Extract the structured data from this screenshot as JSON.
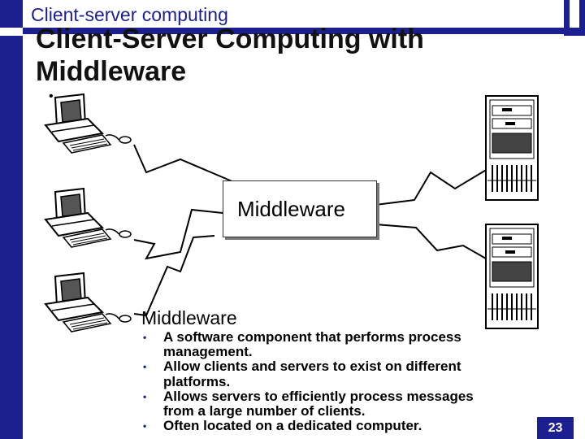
{
  "header": {
    "section_title": "Client-server computing"
  },
  "slide": {
    "title": "Client-Server Computing with Middleware",
    "title_bullet": "•",
    "page_number": "23"
  },
  "diagram": {
    "clients": [
      "pc",
      "pc",
      "pc"
    ],
    "servers": [
      "tower",
      "tower"
    ],
    "middleware_label": "Middleware"
  },
  "content": {
    "heading": "Middleware",
    "bullets": [
      {
        "mark": "•",
        "text": "A software component that performs process management."
      },
      {
        "mark": "•",
        "text": "Allow clients and servers to exist on different platforms."
      },
      {
        "mark": "•",
        "text": "Allows servers to efficiently process messages from a large number of clients."
      },
      {
        "mark": "•",
        "text": "Often located on a dedicated computer."
      }
    ]
  },
  "colors": {
    "accent": "#1c1f8f",
    "page_number_text": "#ffffff"
  },
  "icons": {
    "client": "desktop-computer-icon",
    "server": "tower-server-icon",
    "link": "lightning-link-icon",
    "bullet": "bullet-icon"
  }
}
